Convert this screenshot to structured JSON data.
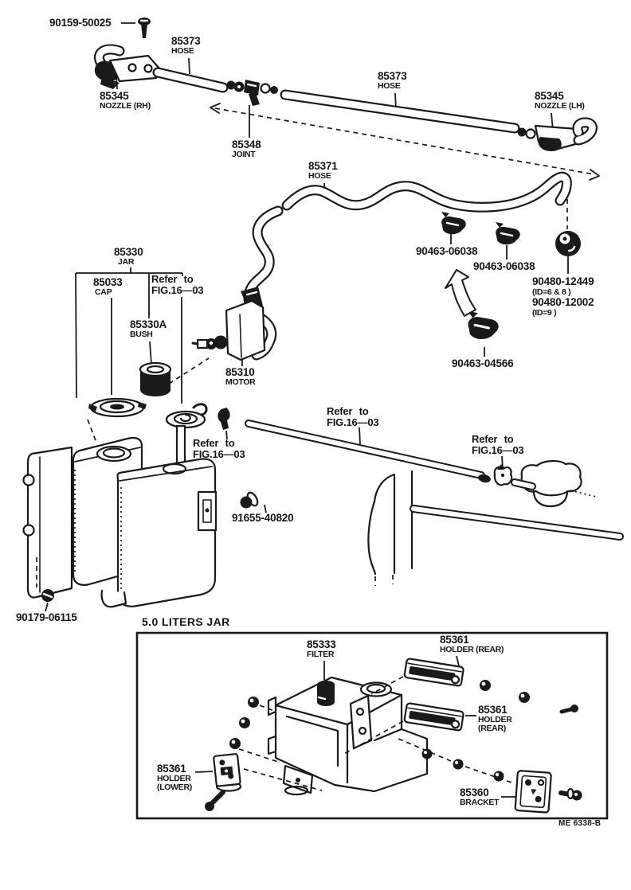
{
  "diagram": {
    "inset_title": "5.0 LITERS JAR",
    "figure_code": "ME 6338-B",
    "ink_color": "#1a1a1a",
    "paper_color": "#ffffff"
  },
  "labels": {
    "screw_90159": {
      "part_no": "90159-50025"
    },
    "hose_85373_left": {
      "part_no": "85373",
      "name": "HOSE"
    },
    "nozzle_rh": {
      "part_no": "85345",
      "name": "NOZZLE (RH)"
    },
    "joint_85348": {
      "part_no": "85348",
      "name": "JOINT"
    },
    "hose_85373_right": {
      "part_no": "85373",
      "name": "HOSE"
    },
    "nozzle_lh": {
      "part_no": "85345",
      "name": "NOZZLE (LH)"
    },
    "hose_85371": {
      "part_no": "85371",
      "name": "HOSE"
    },
    "clamp_06038_a": {
      "part_no": "90463-06038"
    },
    "clamp_06038_b": {
      "part_no": "90463-06038"
    },
    "grommet_group": {
      "part_no_1": "90480-12449",
      "id_1": "(ID=6 & 8 )",
      "part_no_2": "90480-12002",
      "id_2": "(ID=9 )"
    },
    "clamp_04566": {
      "part_no": "90463-04566"
    },
    "jar_85330": {
      "part_no": "85330",
      "name": "JAR"
    },
    "cap_85033": {
      "part_no": "85033",
      "name": "CAP"
    },
    "bush_85330a": {
      "part_no": "85330A",
      "name": "BUSH"
    },
    "motor_85310": {
      "part_no": "85310",
      "name": "MOTOR"
    },
    "refer_fig_a": {
      "line1": "Refer to",
      "line2": "FIG.16—03"
    },
    "refer_fig_b": {
      "line1": "Refer to",
      "line2": "FIG.16—03"
    },
    "refer_fig_c": {
      "line1": "Refer to",
      "line2": "FIG.16—03"
    },
    "refer_fig_d": {
      "line1": "Refer to",
      "line2": "FIG.16—03"
    },
    "bolt_91655": {
      "part_no": "91655-40820"
    },
    "nut_90179": {
      "part_no": "90179-06115"
    },
    "filter_85333": {
      "part_no": "85333",
      "name": "FILTER"
    },
    "holder_rear_a": {
      "part_no": "85361",
      "name": "HOLDER (REAR)"
    },
    "holder_rear_b": {
      "part_no": "85361",
      "name1": "HOLDER",
      "name2": "(REAR)"
    },
    "holder_lower": {
      "part_no": "85361",
      "name1": "HOLDER",
      "name2": "(LOWER)"
    },
    "bracket_85360": {
      "part_no": "85360",
      "name": "BRACKET"
    }
  }
}
